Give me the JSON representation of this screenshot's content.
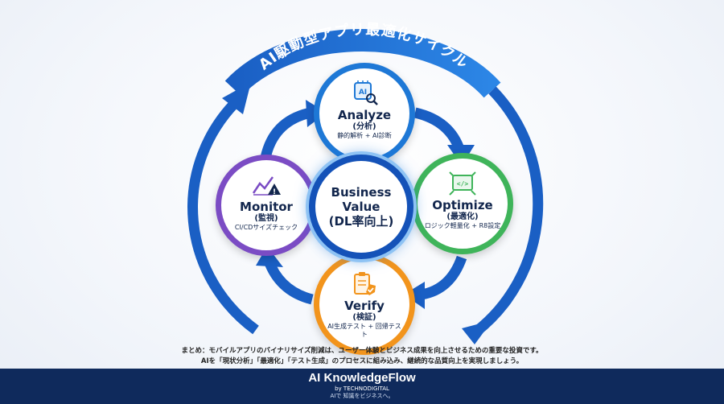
{
  "cycle_title": "AI駆動型アプリ最適化サイクル",
  "center": {
    "line1": "Business",
    "line2": "Value",
    "line3": "(DL率向上)"
  },
  "nodes": {
    "analyze": {
      "title": "Analyze",
      "jp": "(分析)",
      "desc": "静的解析 + AI診断",
      "icon": "ai-chip-magnifier-icon",
      "color": "#1e78d6"
    },
    "optimize": {
      "title": "Optimize",
      "jp": "(最適化)",
      "desc": "ロジック軽量化 + R8設定",
      "icon": "code-window-icon",
      "color": "#3fb45a"
    },
    "verify": {
      "title": "Verify",
      "jp": "(検証)",
      "desc": "AI生成テスト + 回帰テスト",
      "icon": "clipboard-check-icon",
      "color": "#f2941c"
    },
    "monitor": {
      "title": "Monitor",
      "jp": "(監視)",
      "desc": "CI/CDサイズチェック",
      "icon": "chart-warning-icon",
      "color": "#7b4cc4"
    }
  },
  "summary": {
    "line1": "まとめ：モバイルアプリのバイナリサイズ削減は、ユーザー体験とビジネス成果を向上させるための重要な投資です。",
    "line2": "AIを「現状分析」「最適化」「テスト生成」のプロセスに組み込み、継続的な品質向上を実現しましょう。"
  },
  "footer": {
    "brand": "AI KnowledgeFlow",
    "by": "by TECHNODIGITAL",
    "tagline": "AIで 知識をビジネスへ。"
  }
}
